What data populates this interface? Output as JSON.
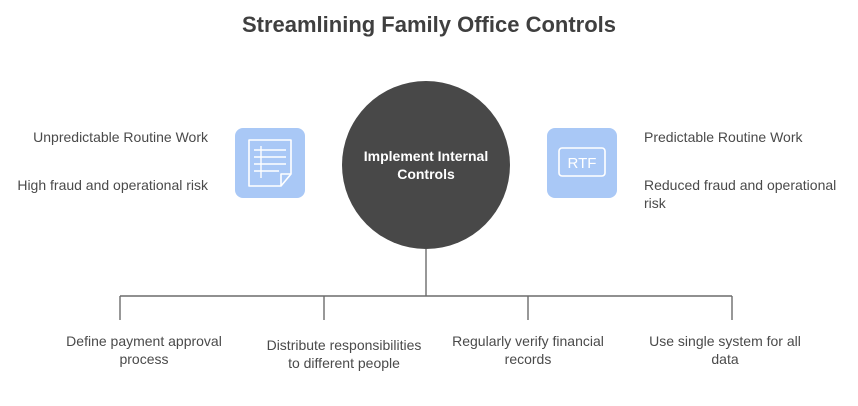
{
  "title": "Streamlining Family Office Controls",
  "left": {
    "items": [
      "Unpredictable Routine Work",
      "High fraud and operational risk"
    ],
    "icon": "document-icon"
  },
  "center": {
    "label": "Implement Internal Controls"
  },
  "right": {
    "items": [
      "Predictable Routine Work",
      "Reduced fraud and operational risk"
    ],
    "icon": "rtf-file-icon",
    "icon_text": "RTF"
  },
  "steps": [
    "Define payment approval process",
    "Distribute responsibilities to different people",
    "Regularly verify financial records",
    "Use single system for all data"
  ],
  "colors": {
    "circle": "#484848",
    "icon_bg": "#a9c8f6",
    "icon_stroke": "#ffffff",
    "lines": "#6b6b6b"
  }
}
